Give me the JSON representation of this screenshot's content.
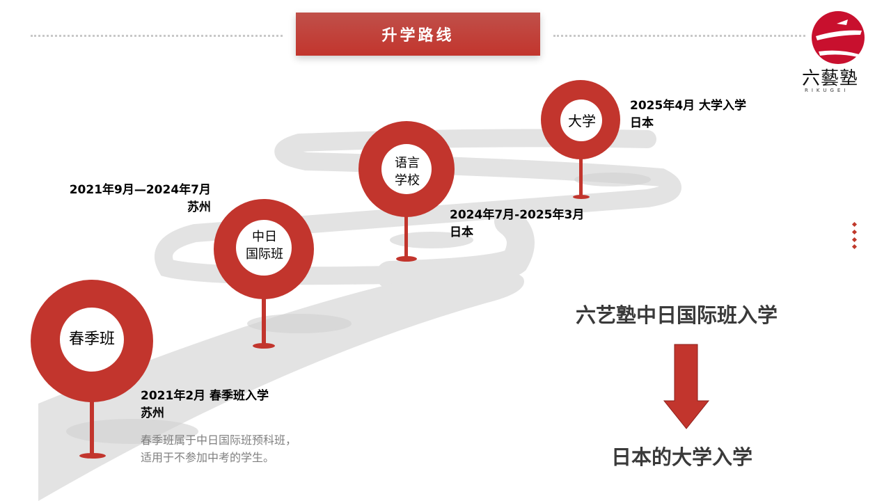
{
  "header": {
    "title": "升学路线"
  },
  "logo": {
    "text": "六藝塾",
    "romaji": "RIKUGEI"
  },
  "pins": [
    {
      "label": "春季班",
      "date": "2021年2月 春季班入学",
      "place": "苏州",
      "note_lines": [
        "春季班属于中日国际班预科班，",
        "适用于不参加中考的学生。"
      ]
    },
    {
      "label_lines": [
        "中日",
        "国际班"
      ],
      "date": "2021年9月—2024年7月",
      "place": "苏州"
    },
    {
      "label_lines": [
        "语言",
        "学校"
      ],
      "date": "2024年7月-2025年3月",
      "place": "日本"
    },
    {
      "label": "大学",
      "date": "2025年4月 大学入学",
      "place": "日本"
    }
  ],
  "flow": {
    "from": "六艺塾中日国际班入学",
    "to": "日本的大学入学"
  },
  "colors": {
    "accent": "#c2352d",
    "road": "#e3e3e3"
  }
}
